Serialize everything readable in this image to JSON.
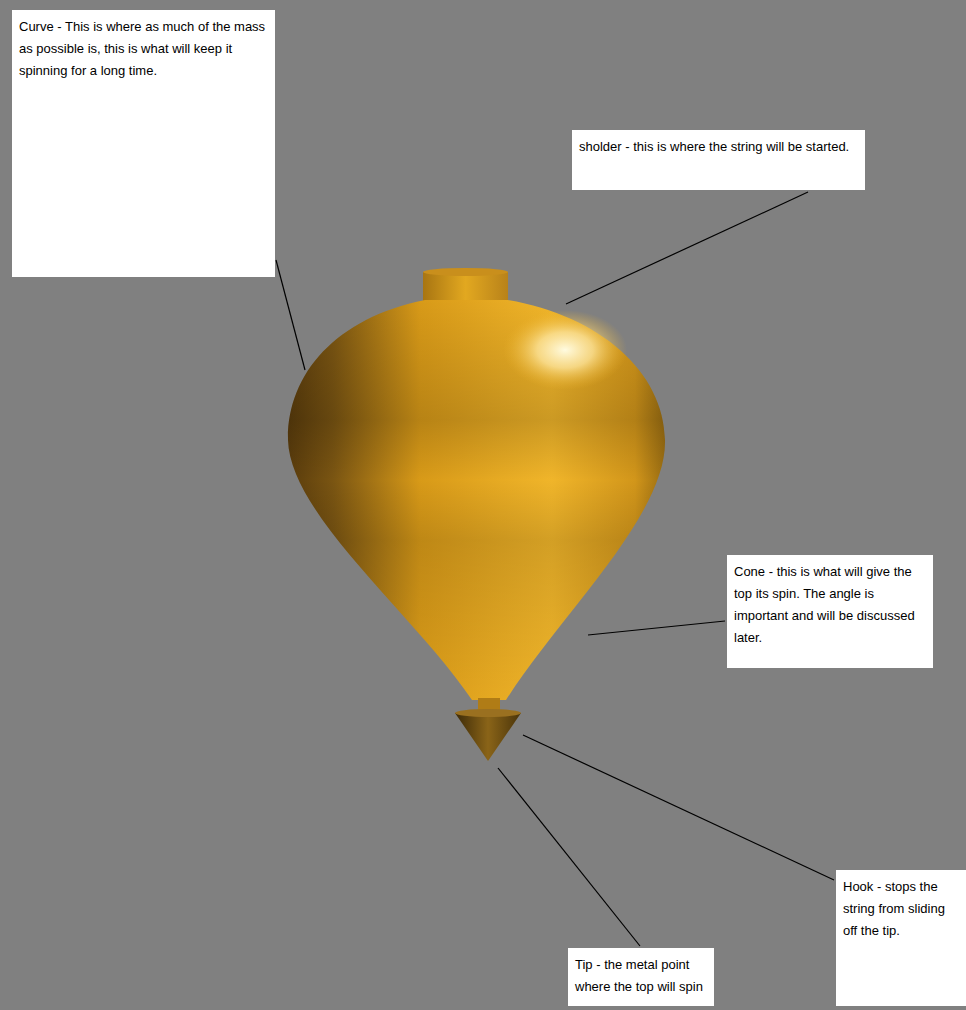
{
  "diagram": {
    "nodes": [
      {
        "text": [
          "Curve - This is where as much of the mass as possible is, this is what will keep it spinning for a long time."
        ]
      },
      {
        "text": [
          "sholder - this is where the string will be started."
        ]
      },
      {
        "text": [
          "Cone - this is what will give the top its spin. The angle is important and will be discussed later."
        ]
      },
      {
        "text": [
          "Hook - stops the string from sliding off the tip."
        ]
      },
      {
        "text": [
          "Tip - the metal point where the top will spin"
        ]
      }
    ]
  }
}
